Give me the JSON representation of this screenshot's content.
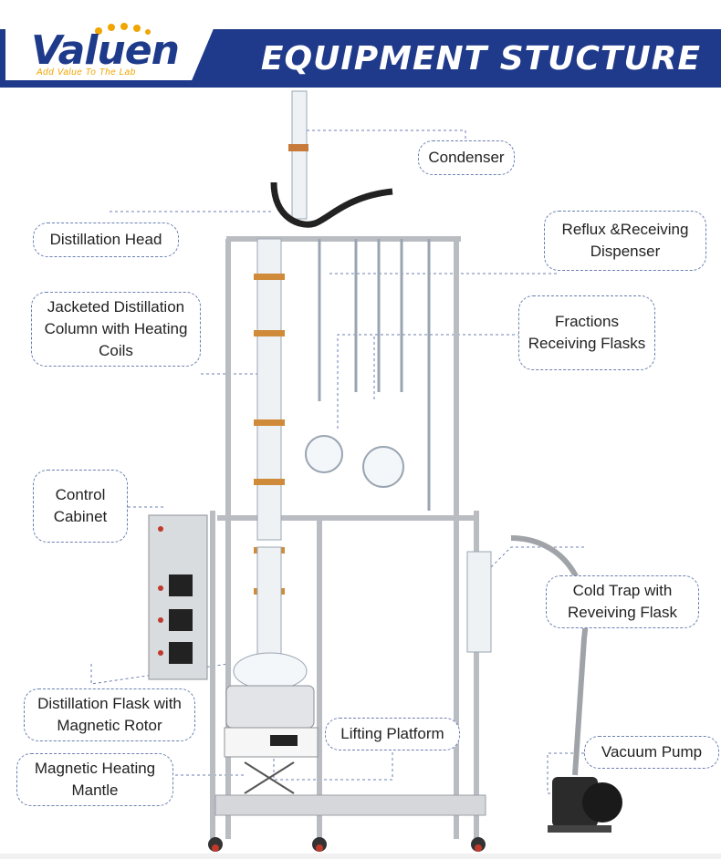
{
  "brand": {
    "name": "Valuen",
    "tagline": "Add Value To The Lab"
  },
  "header": {
    "title": "EQUIPMENT STUCTURE"
  },
  "labels": {
    "condenser": "Condenser",
    "distillation_head": "Distillation Head",
    "reflux": "Reflux &Receiving Dispenser",
    "jacketed_column": "Jacketed Distillation Column with Heating Coils",
    "fractions": "Fractions Receiving Flasks",
    "control_cabinet": "Control Cabinet",
    "cold_trap": "Cold Trap with Reveiving Flask",
    "distillation_flask": "Distillation Flask with Magnetic Rotor",
    "lifting_platform": "Lifting Platform",
    "vacuum_pump": "Vacuum Pump",
    "heating_mantle": "Magnetic Heating Mantle"
  },
  "colors": {
    "banner": "#1f3a8a",
    "brand_blue": "#1e3a8a",
    "accent_orange": "#f0a500",
    "label_border": "#6b7fb0"
  }
}
